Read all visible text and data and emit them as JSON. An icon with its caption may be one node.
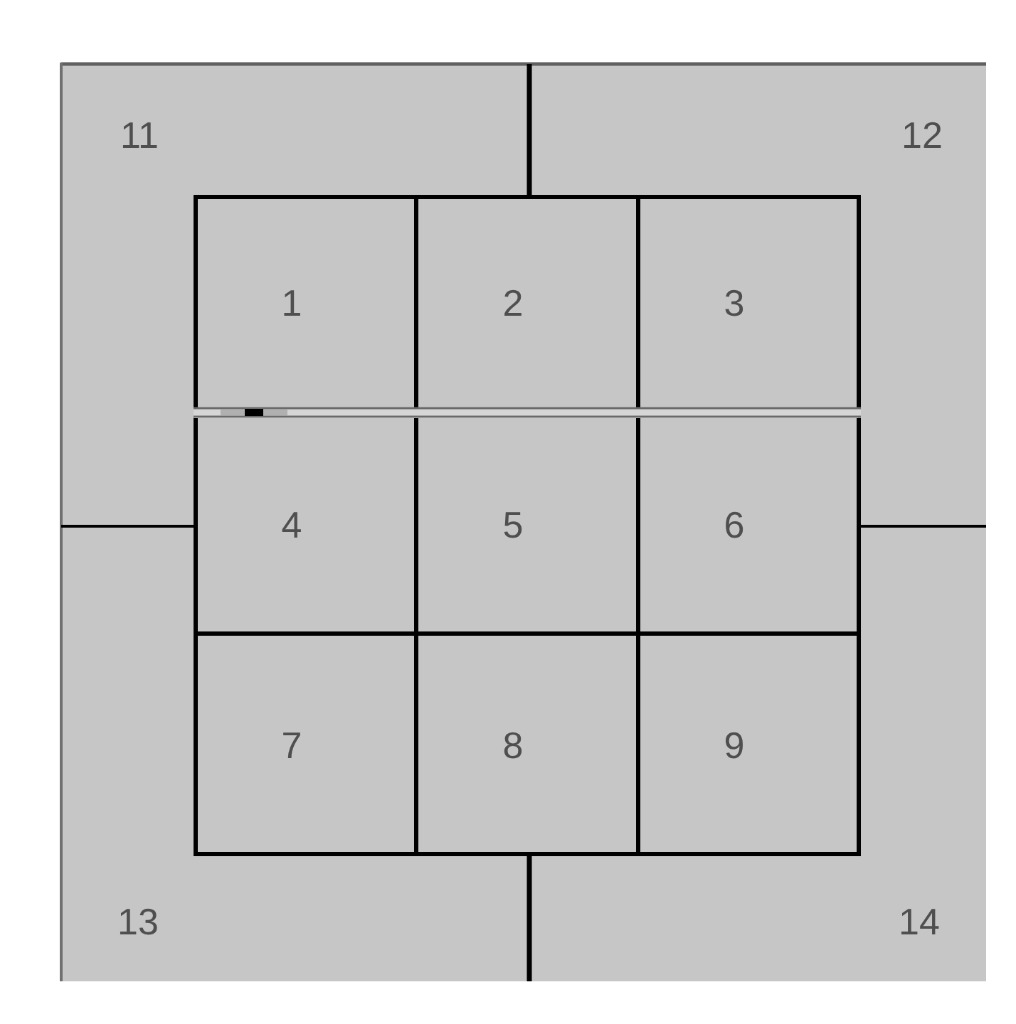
{
  "diagram": {
    "nodes": [
      {
        "text": [
          "11"
        ]
      },
      {
        "text": [
          "12"
        ]
      },
      {
        "text": [
          "1"
        ]
      },
      {
        "text": [
          "2"
        ]
      },
      {
        "text": [
          "3"
        ]
      },
      {
        "text": [
          "4"
        ]
      },
      {
        "text": [
          "5"
        ]
      },
      {
        "text": [
          "6"
        ]
      },
      {
        "text": [
          "7"
        ]
      },
      {
        "text": [
          "8"
        ]
      },
      {
        "text": [
          "9"
        ]
      },
      {
        "text": [
          "13"
        ]
      },
      {
        "text": [
          "14"
        ]
      }
    ]
  }
}
